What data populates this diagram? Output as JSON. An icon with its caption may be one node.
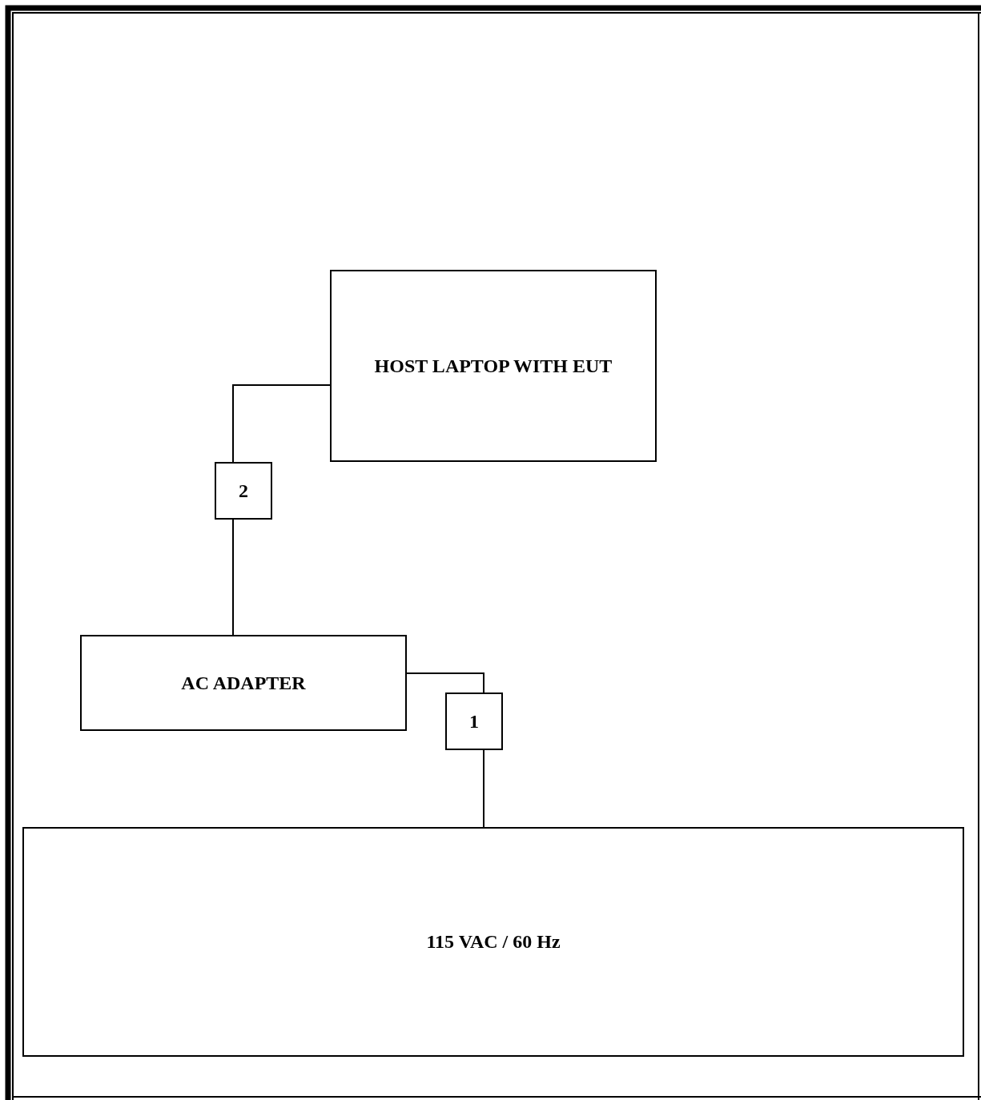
{
  "diagram": {
    "nodes": [
      {
        "text": [
          "HOST LAPTOP WITH EUT"
        ]
      },
      {
        "text": [
          "2"
        ]
      },
      {
        "text": [
          "AC ADAPTER"
        ]
      },
      {
        "text": [
          "1"
        ]
      },
      {
        "text": [
          "115 VAC / 60 Hz"
        ]
      }
    ],
    "edges": [
      {
        "from": 0,
        "to": 1,
        "arrow": "none"
      },
      {
        "from": 1,
        "to": 2,
        "arrow": "none"
      },
      {
        "from": 2,
        "to": 3,
        "arrow": "none"
      },
      {
        "from": 3,
        "to": 4,
        "arrow": "none"
      }
    ]
  }
}
